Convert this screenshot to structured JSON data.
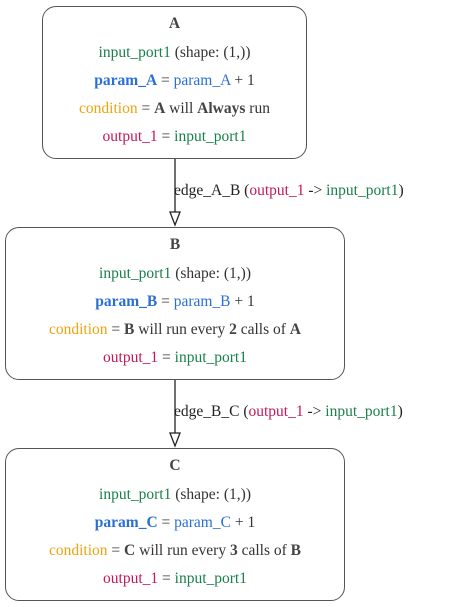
{
  "nodes": [
    {
      "title": "A",
      "input_port": "input_port1",
      "shape_text": "(shape: (1,))",
      "param_name": "param_A",
      "param_expr": "param_A",
      "param_op": "+ 1",
      "condition_label": "condition",
      "cond_subject": "A",
      "cond_text1": "will",
      "cond_bold": "Always",
      "cond_text2": "run",
      "output": "output_1",
      "output_port": "input_port1"
    },
    {
      "title": "B",
      "input_port": "input_port1",
      "shape_text": "(shape: (1,))",
      "param_name": "param_B",
      "param_expr": "param_B",
      "param_op": "+ 1",
      "condition_label": "condition",
      "cond_subject": "B",
      "cond_text1": "will run every",
      "cond_num": "2",
      "cond_text2": "calls of",
      "cond_of": "A",
      "output": "output_1",
      "output_port": "input_port1"
    },
    {
      "title": "C",
      "input_port": "input_port1",
      "shape_text": "(shape: (1,))",
      "param_name": "param_C",
      "param_expr": "param_C",
      "param_op": "+ 1",
      "condition_label": "condition",
      "cond_subject": "C",
      "cond_text1": "will run every",
      "cond_num": "3",
      "cond_text2": "calls of",
      "cond_of": "B",
      "output": "output_1",
      "output_port": "input_port1"
    }
  ],
  "edges": [
    {
      "name": "edge_A_B",
      "from_port": "output_1",
      "arrow": "->",
      "to_port": "input_port1"
    },
    {
      "name": "edge_B_C",
      "from_port": "output_1",
      "arrow": "->",
      "to_port": "input_port1"
    }
  ],
  "symbols": {
    "eq": "=",
    "open_paren": "(",
    "close_paren": ")"
  },
  "colors": {
    "port": "#1a7f4b",
    "param": "#2a6fd6",
    "condition": "#f0a20f",
    "output": "#c2185b",
    "border": "#555555"
  }
}
